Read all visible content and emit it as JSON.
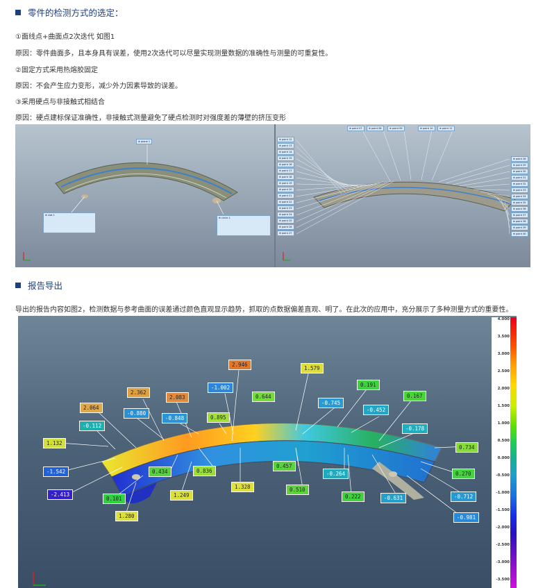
{
  "section1": {
    "title": "零件的检测方式的选定：",
    "lines": [
      "①面线点+曲面点2次迭代 如图1",
      "原因：零件曲面多，且本身具有误差，使用2次迭代可以尽量实现测量数据的准确性与测量的可重复性。",
      "②固定方式采用热熔胶固定",
      "原因：不会产生应力变形，减少外力因素导致的误差。",
      "③采用硬点与非接触式相结合",
      "原因：硬点建标保证准确性，非接触式测量避免了硬点检测时对强度差的薄壁的挤压变形"
    ]
  },
  "figure1": {
    "left_labels": {
      "plane": "⊕ plane 1",
      "slot": "⊕ slot 1",
      "circle": "⊕ circle 1"
    },
    "right_top_points": [
      "⊕ point 07",
      "⊕ point 08",
      "⊕ point 09",
      "⊕ point 10",
      "⊕ point 11"
    ],
    "right_left_points": [
      "⊕ point 12",
      "⊕ point 13",
      "⊕ point 14",
      "⊕ point 15",
      "⊕ point 16",
      "⊕ point 17",
      "⊕ point 18",
      "⊕ point 19",
      "⊕ point 20",
      "⊕ point 21",
      "⊕ point 22",
      "⊕ point 23",
      "⊕ point 24",
      "⊕ point 25",
      "⊕ point 26",
      "⊕ point 27"
    ],
    "right_right_points": [
      "⊕ point 28",
      "⊕ point 29",
      "⊕ point 30",
      "⊕ point 31",
      "⊕ point 32",
      "⊕ point 33",
      "⊕ point 34",
      "⊕ point 35",
      "⊕ point 36",
      "⊕ point 37",
      "⊕ point 38",
      "⊕ point 39",
      "⊕ point 40"
    ]
  },
  "section2": {
    "title": "报告导出",
    "text": "导出的报告内容如图2，检测数据与参考曲面的误差通过颜色直观显示趋势，抓取的点数据偏差直观、明了。在此次的应用中，充分展示了多种测量方式的重要性。"
  },
  "scale_ticks": [
    "4.000",
    "3.500",
    "3.000",
    "2.500",
    "2.000",
    "1.500",
    "1.000",
    "0.500",
    "0.000",
    "-0.500",
    "-1.000",
    "-1.500",
    "-2.000",
    "-2.500",
    "-3.000",
    "-3.500"
  ],
  "deviation_labels": [
    {
      "value": "2.946",
      "color": "#e07830"
    },
    {
      "value": "1.579",
      "color": "#dede3a"
    },
    {
      "value": "2.362",
      "color": "#e0a040"
    },
    {
      "value": "2.083",
      "color": "#e08a40"
    },
    {
      "value": "-1.002",
      "color": "#2d86d8"
    },
    {
      "value": "0.191",
      "color": "#3ed23e"
    },
    {
      "value": "0.167",
      "color": "#4ad438"
    },
    {
      "value": "0.644",
      "color": "#72dc38"
    },
    {
      "value": "-0.745",
      "color": "#2a9ad4"
    },
    {
      "value": "2.064",
      "color": "#e0a848"
    },
    {
      "value": "-0.880",
      "color": "#2a90d6"
    },
    {
      "value": "-0.848",
      "color": "#2a94d6"
    },
    {
      "value": "0.895",
      "color": "#a0e038"
    },
    {
      "value": "-0.452",
      "color": "#22a6c8"
    },
    {
      "value": "-0.112",
      "color": "#1eb0b0"
    },
    {
      "value": "-0.178",
      "color": "#1eaebe"
    },
    {
      "value": "1.132",
      "color": "#d2e03a"
    },
    {
      "value": "0.734",
      "color": "#86dc38"
    },
    {
      "value": "0.457",
      "color": "#5ad43e"
    },
    {
      "value": "-0.264",
      "color": "#20aac0"
    },
    {
      "value": "0.270",
      "color": "#44d23e"
    },
    {
      "value": "-1.542",
      "color": "#2262d8"
    },
    {
      "value": "0.434",
      "color": "#56d23e"
    },
    {
      "value": "0.836",
      "color": "#9ade38"
    },
    {
      "value": "1.328",
      "color": "#e0e03a"
    },
    {
      "value": "0.510",
      "color": "#5ed43c"
    },
    {
      "value": "0.222",
      "color": "#40d23e"
    },
    {
      "value": "-0.631",
      "color": "#24a0ce"
    },
    {
      "value": "-0.712",
      "color": "#2698d2"
    },
    {
      "value": "-2.413",
      "color": "#3420c8"
    },
    {
      "value": "0.101",
      "color": "#30d040"
    },
    {
      "value": "1.249",
      "color": "#dae03a"
    },
    {
      "value": "1.280",
      "color": "#dce03a"
    },
    {
      "value": "-0.981",
      "color": "#2a88d8"
    }
  ]
}
